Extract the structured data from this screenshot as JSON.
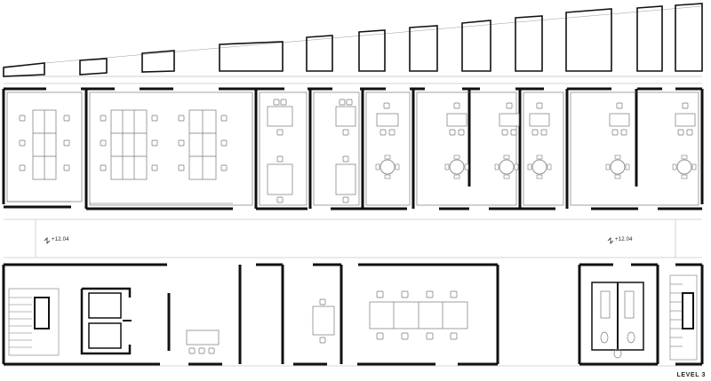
{
  "plan": {
    "level_label": "LEVEL 3",
    "elevation_left": "+12.04",
    "elevation_right": "+12.04"
  },
  "colors": {
    "wall": "#111111",
    "furniture": "#777777",
    "background": "#ffffff"
  },
  "icons": {
    "elevation_marker": "level-marker-icon"
  }
}
